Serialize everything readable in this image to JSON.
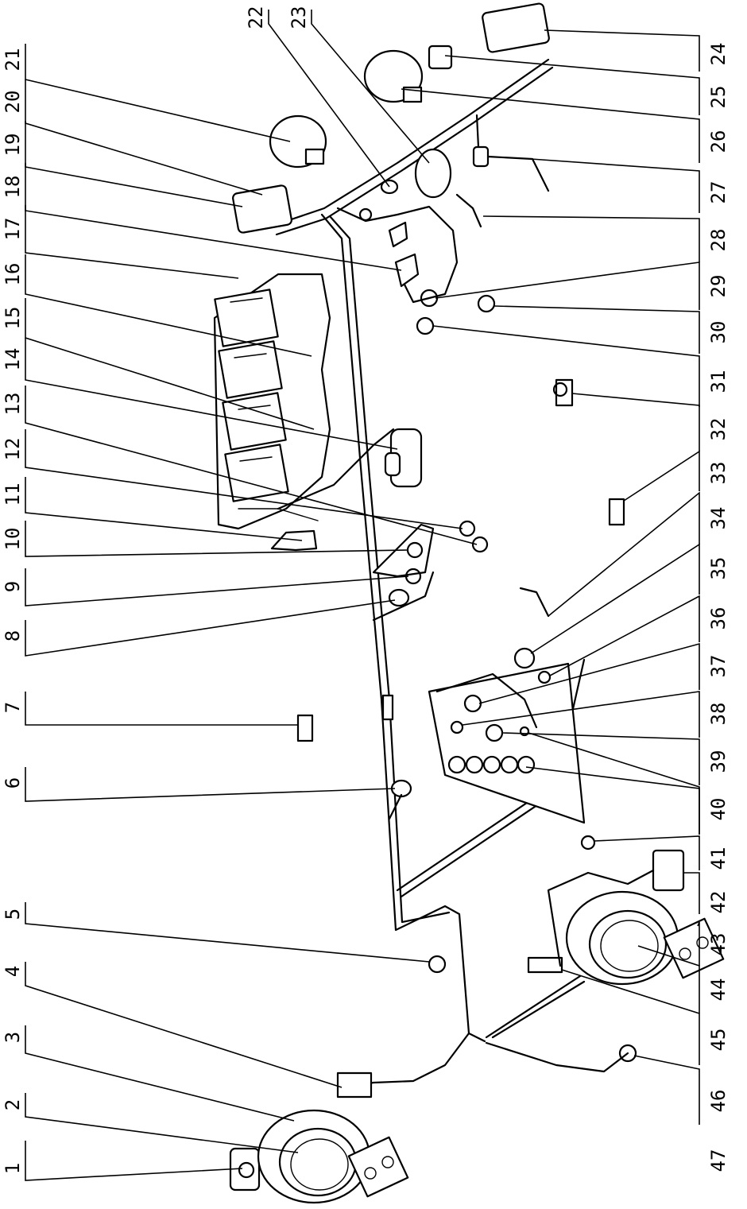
{
  "callouts": [
    {
      "label": "1"
    },
    {
      "label": "2"
    },
    {
      "label": "3"
    },
    {
      "label": "4"
    },
    {
      "label": "5"
    },
    {
      "label": "6"
    },
    {
      "label": "7"
    },
    {
      "label": "8"
    },
    {
      "label": "9"
    },
    {
      "label": "10"
    },
    {
      "label": "11"
    },
    {
      "label": "12"
    },
    {
      "label": "13"
    },
    {
      "label": "14"
    },
    {
      "label": "15"
    },
    {
      "label": "16"
    },
    {
      "label": "17"
    },
    {
      "label": "18"
    },
    {
      "label": "19"
    },
    {
      "label": "20"
    },
    {
      "label": "21"
    },
    {
      "label": "22"
    },
    {
      "label": "23"
    },
    {
      "label": "24"
    },
    {
      "label": "25"
    },
    {
      "label": "26"
    },
    {
      "label": "27"
    },
    {
      "label": "28"
    },
    {
      "label": "29"
    },
    {
      "label": "30"
    },
    {
      "label": "31"
    },
    {
      "label": "32"
    },
    {
      "label": "33"
    },
    {
      "label": "34"
    },
    {
      "label": "35"
    },
    {
      "label": "36"
    },
    {
      "label": "37"
    },
    {
      "label": "38"
    },
    {
      "label": "39"
    },
    {
      "label": "40"
    },
    {
      "label": "41"
    },
    {
      "label": "42"
    },
    {
      "label": "43"
    },
    {
      "label": "44"
    },
    {
      "label": "45"
    },
    {
      "label": "46"
    },
    {
      "label": "47"
    }
  ]
}
